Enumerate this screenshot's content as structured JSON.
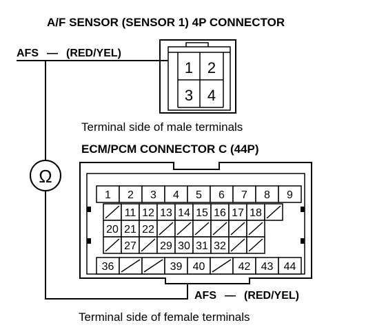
{
  "sensor": {
    "title": "A/F SENSOR (SENSOR 1) 4P CONNECTOR",
    "wire_label": "AFS",
    "wire_color": "(RED/YEL)",
    "pins": [
      "1",
      "2",
      "3",
      "4"
    ],
    "caption": "Terminal side of male terminals"
  },
  "ecm": {
    "title": "ECM/PCM CONNECTOR C (44P)",
    "wire_label": "AFS",
    "wire_color": "(RED/YEL)",
    "caption": "Terminal side of female terminals",
    "rows": [
      [
        "1",
        "2",
        "3",
        "4",
        "5",
        "6",
        "7",
        "8",
        "9"
      ],
      [
        "",
        "11",
        "12",
        "13",
        "14",
        "15",
        "16",
        "17",
        "18",
        ""
      ],
      [
        "20",
        "21",
        "22",
        "",
        "",
        "",
        "",
        "",
        ""
      ],
      [
        "",
        "27",
        "",
        "29",
        "30",
        "31",
        "32",
        "",
        ""
      ],
      [
        "36",
        "",
        "",
        "39",
        "40",
        "",
        "42",
        "43",
        "44"
      ]
    ]
  },
  "meter": {
    "symbol": "Ω",
    "icon": "ohmmeter-icon"
  },
  "dash": "—"
}
